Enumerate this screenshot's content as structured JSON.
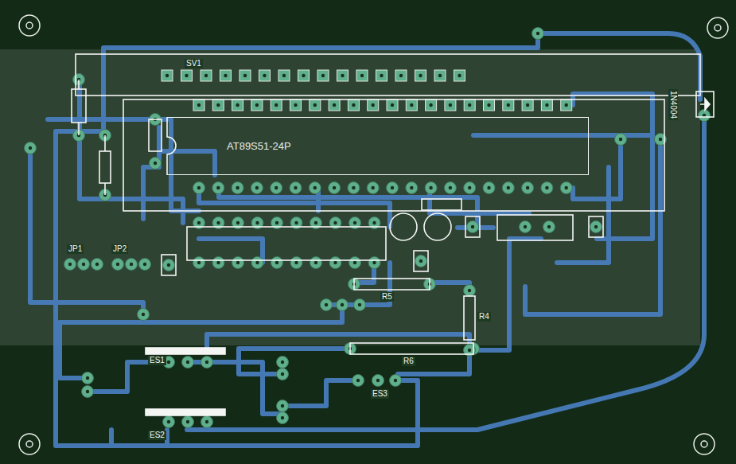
{
  "diagram": {
    "nodes": [
      {
        "text": [
          "AT89S51-24P"
        ]
      }
    ],
    "labels": [
      "SV1",
      "1N4004",
      "JP1",
      "JP2",
      "R5",
      "R6",
      "R4",
      "ES1",
      "ES2",
      "ES3"
    ]
  }
}
